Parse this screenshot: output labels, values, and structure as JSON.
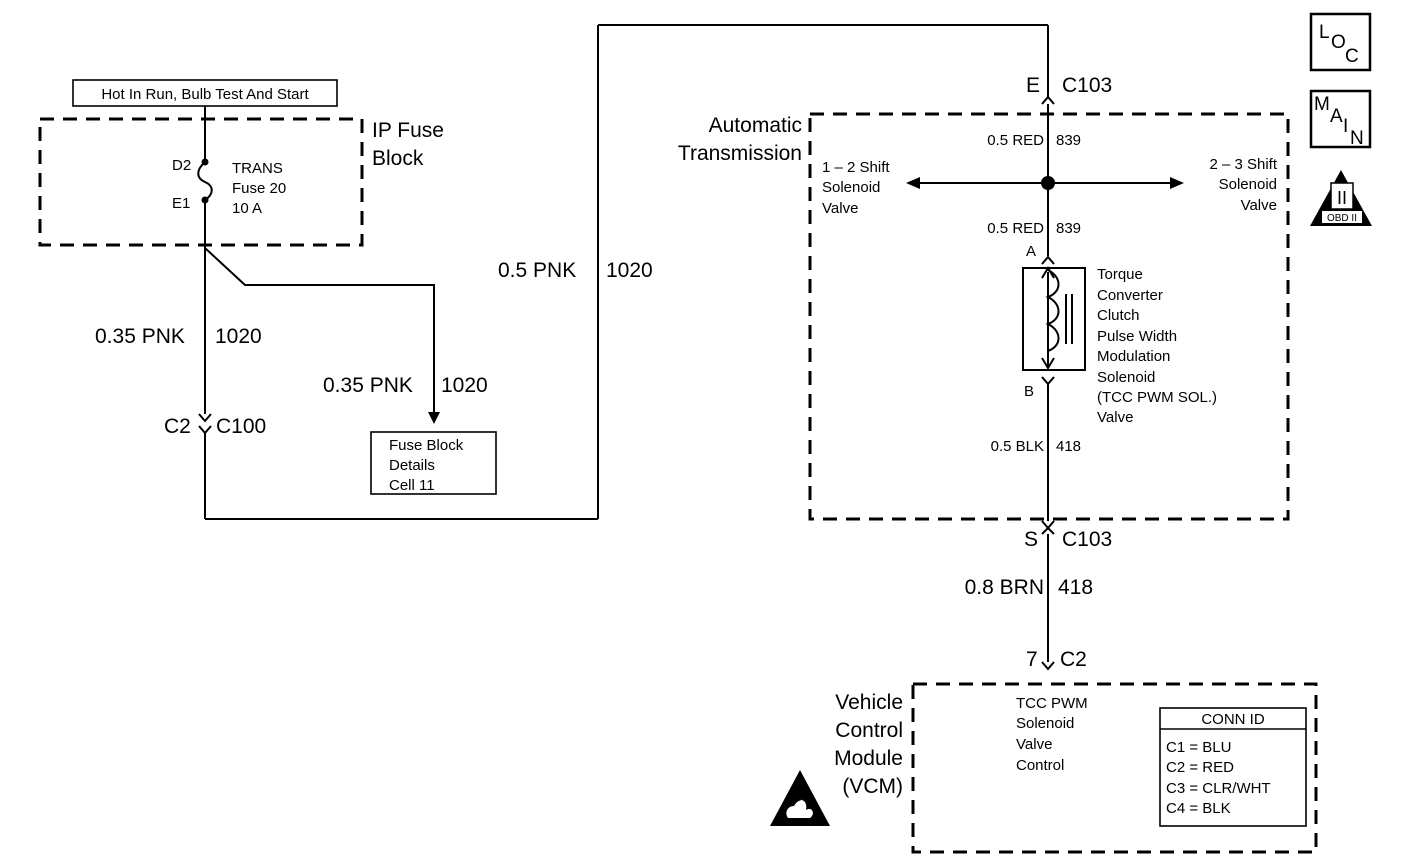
{
  "header_label": "Hot In Run, Bulb Test And Start",
  "ip_fuse_block": {
    "title_lines": [
      "IP Fuse",
      "Block"
    ],
    "pin_top": "D2",
    "pin_bottom": "E1",
    "fuse_lines": [
      "TRANS",
      "Fuse 20",
      "10 A"
    ]
  },
  "wires": {
    "left_main": "0.35 PNK",
    "left_main_circuit": "1020",
    "branch": "0.35 PNK",
    "branch_circuit": "1020",
    "loop": "0.5 PNK",
    "loop_circuit": "1020",
    "red_upper": "0.5 RED",
    "red_upper_circuit": "839",
    "red_lower": "0.5 RED",
    "red_lower_circuit": "839",
    "blk": "0.5 BLK",
    "blk_circuit": "418",
    "brn": "0.8 BRN",
    "brn_circuit": "418"
  },
  "connectors": {
    "c100_pin": "C2",
    "c100_name": "C100",
    "c103_top_pin": "E",
    "c103_top_name": "C103",
    "c103_bottom_pin": "S",
    "c103_bottom_name": "C103",
    "c2_pin": "7",
    "c2_name": "C2"
  },
  "fuse_details_lines": [
    "Fuse Block",
    "Details",
    "Cell 11"
  ],
  "transmission": {
    "title_lines": [
      "Automatic",
      "Transmission"
    ],
    "shift12_lines": [
      "1 – 2 Shift",
      "Solenoid",
      "Valve"
    ],
    "shift23_lines": [
      "2 – 3 Shift",
      "Solenoid",
      "Valve"
    ],
    "terminal_a": "A",
    "terminal_b": "B",
    "tcc_lines": [
      "Torque",
      "Converter",
      "Clutch",
      "Pulse Width",
      "Modulation",
      "Solenoid",
      "(TCC PWM SOL.)",
      "Valve"
    ]
  },
  "vcm": {
    "title_lines": [
      "Vehicle",
      "Control",
      "Module",
      "(VCM)"
    ],
    "signal_lines": [
      "TCC PWM",
      "Solenoid",
      "Valve",
      "Control"
    ]
  },
  "conn_id": {
    "title": "CONN ID",
    "rows": [
      "C1 = BLU",
      "C2 = RED",
      "C3 = CLR/WHT",
      "C4 = BLK"
    ]
  },
  "nav": {
    "loc": [
      "L",
      "O",
      "C"
    ],
    "main": [
      "M",
      "A",
      "I",
      "N"
    ],
    "obd_numeral": "II",
    "obd_text": "OBD II"
  }
}
